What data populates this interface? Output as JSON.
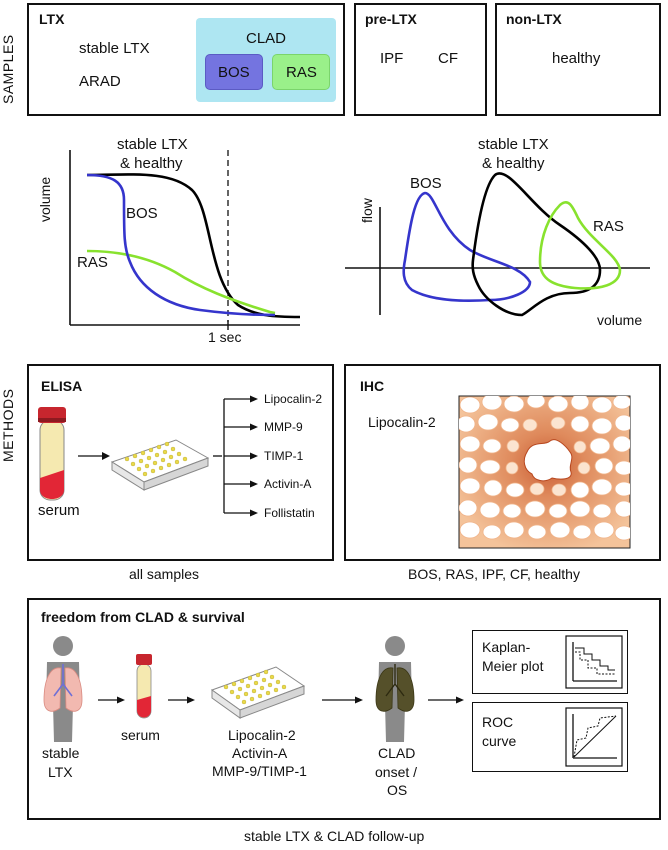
{
  "row_labels": {
    "samples": "SAMPLES",
    "methods": "METHODS"
  },
  "samples": {
    "ltx": {
      "title": "LTX",
      "stable": "stable LTX",
      "arad": "ARAD",
      "clad": "CLAD",
      "bos": "BOS",
      "ras": "RAS"
    },
    "pre_ltx": {
      "title": "pre-LTX",
      "ipf": "IPF",
      "cf": "CF"
    },
    "non_ltx": {
      "title": "non-LTX",
      "healthy": "healthy"
    }
  },
  "curves": {
    "volume_time": {
      "ylabel": "volume",
      "xtick": "1 sec",
      "label_stable": "stable LTX",
      "label_healthy": "& healthy",
      "label_bos": "BOS",
      "label_ras": "RAS"
    },
    "flow_volume": {
      "ylabel": "flow",
      "xlabel": "volume",
      "label_stable": "stable LTX",
      "label_healthy": "& healthy",
      "label_bos": "BOS",
      "label_ras": "RAS"
    },
    "colors": {
      "bos": "#3535cc",
      "ras": "#88e22e",
      "stable": "#000000"
    }
  },
  "methods": {
    "elisa": {
      "title": "ELISA",
      "specimen": "serum",
      "markers": [
        "Lipocalin-2",
        "MMP-9",
        "TIMP-1",
        "Activin-A",
        "Follistatin"
      ],
      "caption": "all samples"
    },
    "ihc": {
      "title": "IHC",
      "marker": "Lipocalin-2",
      "caption": "BOS, RAS, IPF, CF, healthy"
    }
  },
  "followup": {
    "title": "freedom from CLAD & survival",
    "patient_l1": "stable",
    "patient_l2": "LTX",
    "serum": "serum",
    "markers_l1": "Lipocalin-2",
    "markers_l2": "Activin-A",
    "markers_l3": "MMP-9/TIMP-1",
    "outcome_l1": "CLAD",
    "outcome_l2": "onset /",
    "outcome_l3": "OS",
    "km_l1": "Kaplan-",
    "km_l2": "Meier plot",
    "roc_l1": "ROC",
    "roc_l2": "curve",
    "caption": "stable LTX & CLAD follow-up"
  }
}
